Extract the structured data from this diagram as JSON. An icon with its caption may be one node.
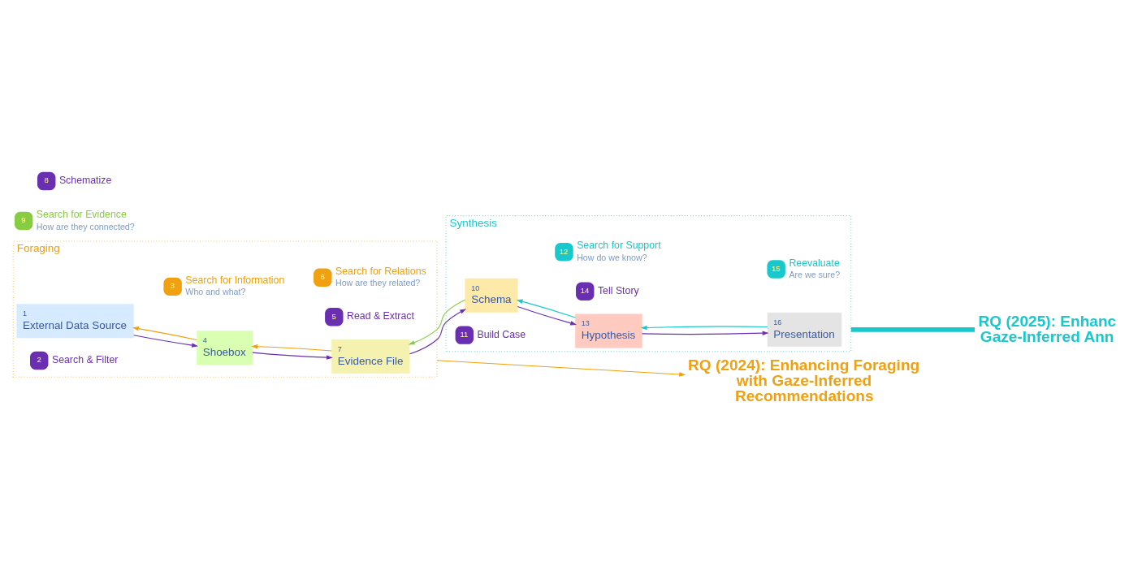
{
  "diagram": {
    "nodes": [
      {
        "text": [
          "RQ (2024): Enhancing Foraging with Gaze-Inferred Recommendations"
        ]
      },
      {
        "text": [
          "Synthesis"
        ]
      },
      {
        "text": [
          "15"
        ],
        "in": 1,
        "beside": [
          "Reevaluate",
          "Are we sure?"
        ]
      },
      {
        "text": [
          "16",
          "Presentation"
        ],
        "in": 1
      },
      {
        "text": [
          "12"
        ],
        "in": 1,
        "beside": [
          "Search for Support",
          "How do we know?"
        ]
      },
      {
        "text": [
          "13",
          "Hypothesis"
        ],
        "in": 1
      },
      {
        "text": [
          "14"
        ],
        "in": 1,
        "beside": [
          "Tell Story"
        ]
      },
      {
        "text": [
          "9"
        ],
        "beside": [
          "Search for Evidence",
          "How are they connected?"
        ]
      },
      {
        "text": [
          "10",
          "Schema"
        ],
        "in": 1
      },
      {
        "text": [
          "11"
        ],
        "in": 1,
        "beside": [
          "Build Case"
        ]
      },
      {
        "text": [
          "Foraging"
        ]
      },
      {
        "text": [
          "6"
        ],
        "in": 10,
        "beside": [
          "Search for Relations",
          "How are they related?"
        ]
      },
      {
        "text": [
          "7",
          "Evidence File"
        ],
        "in": 10
      },
      {
        "text": [
          "8"
        ],
        "beside": [
          "Schematize"
        ]
      },
      {
        "text": [
          "3"
        ],
        "in": 10,
        "beside": [
          "Search for Information",
          "Who and what?"
        ]
      },
      {
        "text": [
          "4",
          "Shoebox"
        ],
        "in": 10
      },
      {
        "text": [
          "RQ (2025): Enhanc Gaze-Inferred Ann"
        ]
      },
      {
        "text": [
          "1",
          "External Data Source"
        ],
        "in": 10
      },
      {
        "text": [
          "5"
        ],
        "in": 10,
        "beside": [
          "Read & Extract"
        ]
      },
      {
        "text": [
          "2"
        ],
        "in": 10,
        "beside": [
          "Search & Filter"
        ]
      }
    ],
    "edges": [
      {
        "from": 17,
        "to": 15,
        "arrow": "to",
        "color": "#6a2fb0"
      },
      {
        "from": 15,
        "to": 17,
        "arrow": "to",
        "color": "#f0a010"
      },
      {
        "from": 15,
        "to": 12,
        "arrow": "to",
        "color": "#6a2fb0"
      },
      {
        "from": 12,
        "to": 15,
        "arrow": "to",
        "color": "#f0a010"
      },
      {
        "from": 12,
        "to": 8,
        "arrow": "to",
        "color": "#6a2fb0"
      },
      {
        "from": 8,
        "to": 12,
        "arrow": "to",
        "color": "#88cc44"
      },
      {
        "from": 8,
        "to": 5,
        "arrow": "to",
        "color": "#6a2fb0"
      },
      {
        "from": 5,
        "to": 8,
        "arrow": "to",
        "color": "#18c8cc"
      },
      {
        "from": 5,
        "to": 3,
        "arrow": "to",
        "color": "#6a2fb0"
      },
      {
        "from": 3,
        "to": 5,
        "arrow": "to",
        "color": "#18c8cc"
      },
      {
        "from": 10,
        "to": 0,
        "arrow": "to",
        "color": "#f0a010"
      },
      {
        "from": 1,
        "to": 16,
        "arrow": "none",
        "style": "thick",
        "color": "#18c8cc"
      }
    ]
  }
}
